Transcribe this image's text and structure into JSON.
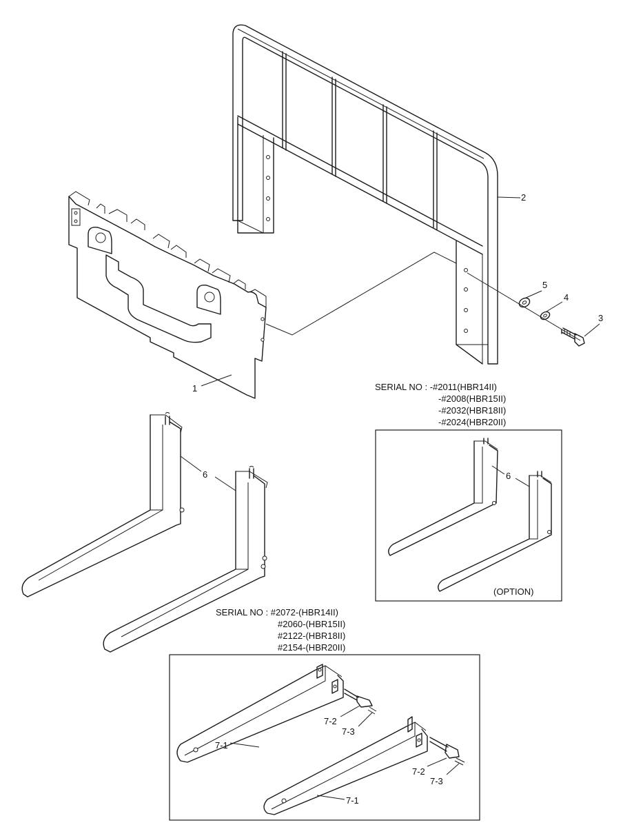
{
  "callouts": {
    "c1": "1",
    "c2": "2",
    "c3": "3",
    "c4": "4",
    "c5": "5",
    "c6a": "6",
    "c6b": "6",
    "c71a": "7-1",
    "c72a": "7-2",
    "c73a": "7-3",
    "c71b": "7-1",
    "c72b": "7-2",
    "c73b": "7-3"
  },
  "option_box": {
    "serial_lines": [
      "SERIAL NO : -#2011(HBR14II)",
      "-#2008(HBR15II)",
      "-#2032(HBR18II)",
      "-#2024(HBR20II)"
    ],
    "option_label": "(OPTION)"
  },
  "lower_box": {
    "serial_lines": [
      "SERIAL NO : #2072-(HBR14II)",
      "#2060-(HBR15II)",
      "#2122-(HBR18II)",
      "#2154-(HBR20II)"
    ]
  }
}
